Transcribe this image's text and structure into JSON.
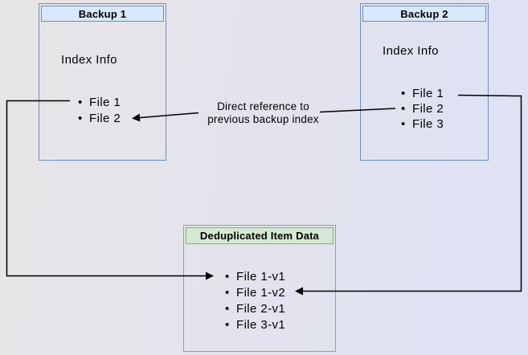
{
  "diagram": {
    "backup1": {
      "title": "Backup 1",
      "section_label": "Index Info",
      "items": [
        "File 1",
        "File 2"
      ]
    },
    "backup2": {
      "title": "Backup 2",
      "section_label": "Index Info",
      "items": [
        "File 1",
        "File 2",
        "File 3"
      ]
    },
    "dedup": {
      "title": "Deduplicated Item Data",
      "items": [
        "File 1-v1",
        "File 1-v2",
        "File 2-v1",
        "File 3-v1"
      ]
    },
    "annotation": {
      "line1": "Direct reference to",
      "line2": "previous backup index"
    },
    "colors": {
      "blue_header_fill": "#dae8fc",
      "blue_border": "#6c8ebf",
      "green_header_fill": "#d5e8d4",
      "green_border": "#82b366",
      "arrow": "#000000",
      "background_left": "#e8e5e7",
      "background_right": "#dde2f4"
    }
  }
}
